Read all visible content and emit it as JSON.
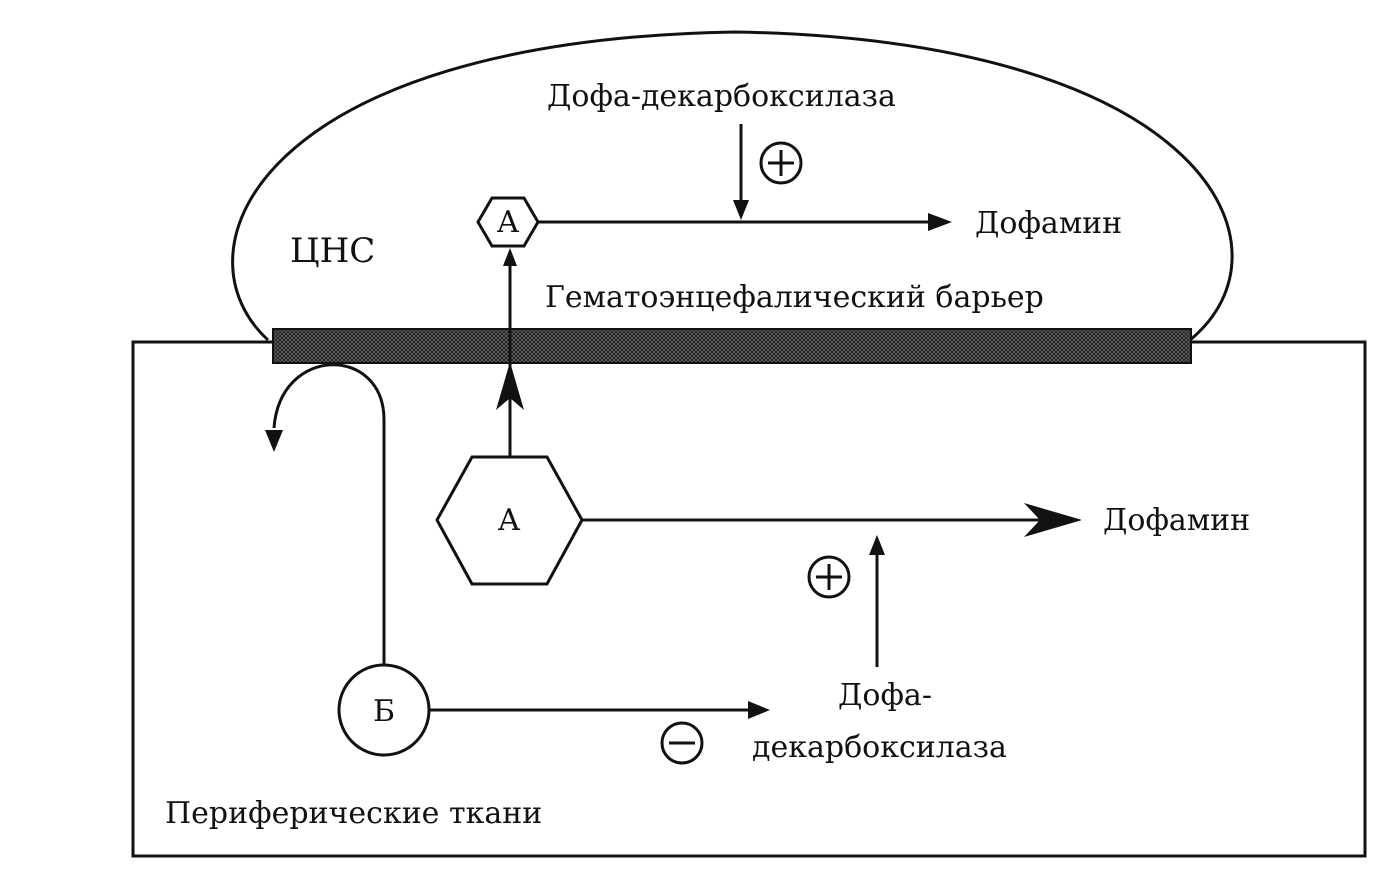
{
  "labels": {
    "cns": "ЦНС",
    "barrier": "Гематоэнцефалический барьер",
    "peripheral": "Периферические ткани",
    "enzyme_cns": "Дофа-декарбоксилаза",
    "enzyme_periph_line1": "Дофа-",
    "enzyme_periph_line2": "декарбоксилаза",
    "dopamine_cns": "Дофамин",
    "dopamine_periph": "Дофамин"
  },
  "nodes": {
    "a_small": "А",
    "a_large": "А",
    "b": "Б"
  },
  "signs": {
    "plus": "+",
    "minus": "−"
  },
  "colors": {
    "ink": "#111111",
    "barrier_fill": "#555555"
  }
}
